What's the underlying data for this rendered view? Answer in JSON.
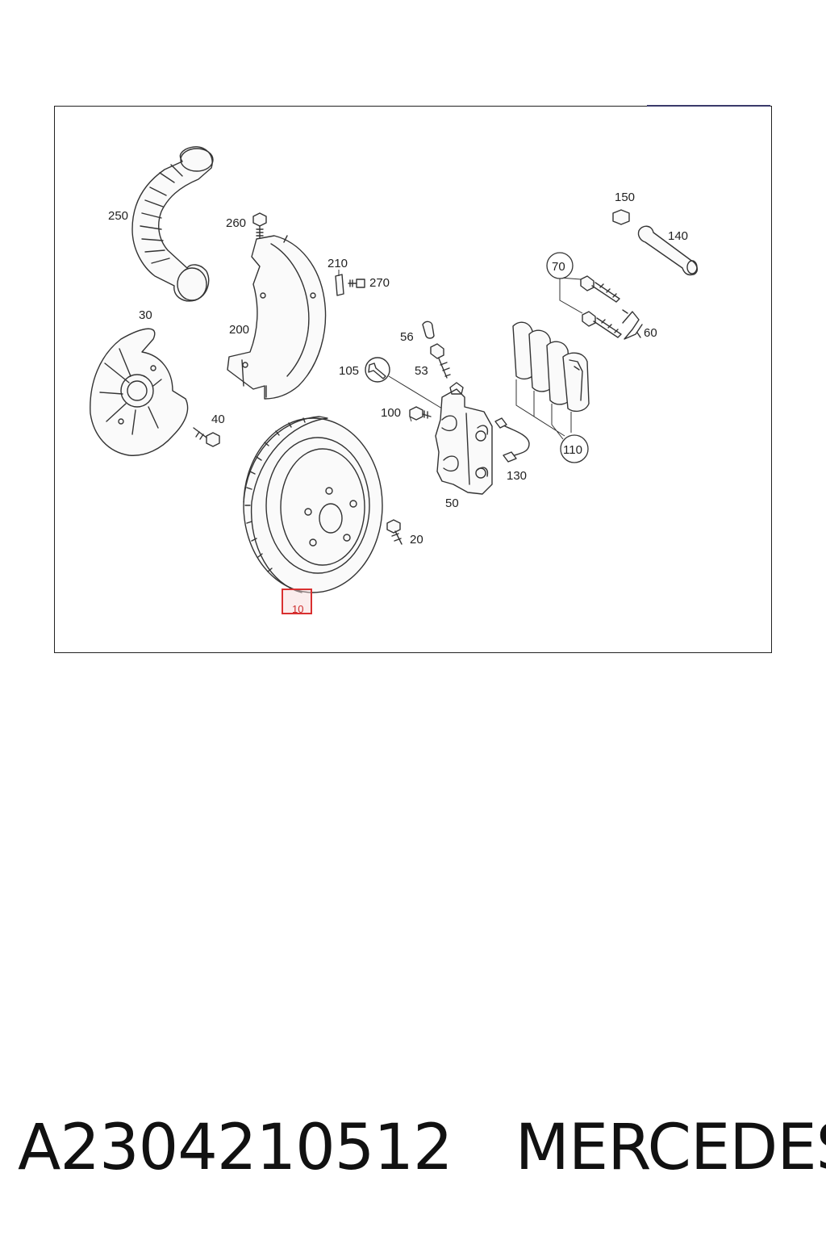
{
  "diagram": {
    "callouts": {
      "p10": "10",
      "p20": "20",
      "p30": "30",
      "p40": "40",
      "p50": "50",
      "p53": "53",
      "p56": "56",
      "p60": "60",
      "p70": "70",
      "p100": "100",
      "p105": "105",
      "p110": "110",
      "p130": "130",
      "p140": "140",
      "p150": "150",
      "p200": "200",
      "p210": "210",
      "p250": "250",
      "p260": "260",
      "p270": "270"
    },
    "highlighted_part": "10",
    "highlight_color": "#d93030"
  },
  "footer": {
    "part_number": "A2304210512",
    "brand": "MERCEDES"
  }
}
